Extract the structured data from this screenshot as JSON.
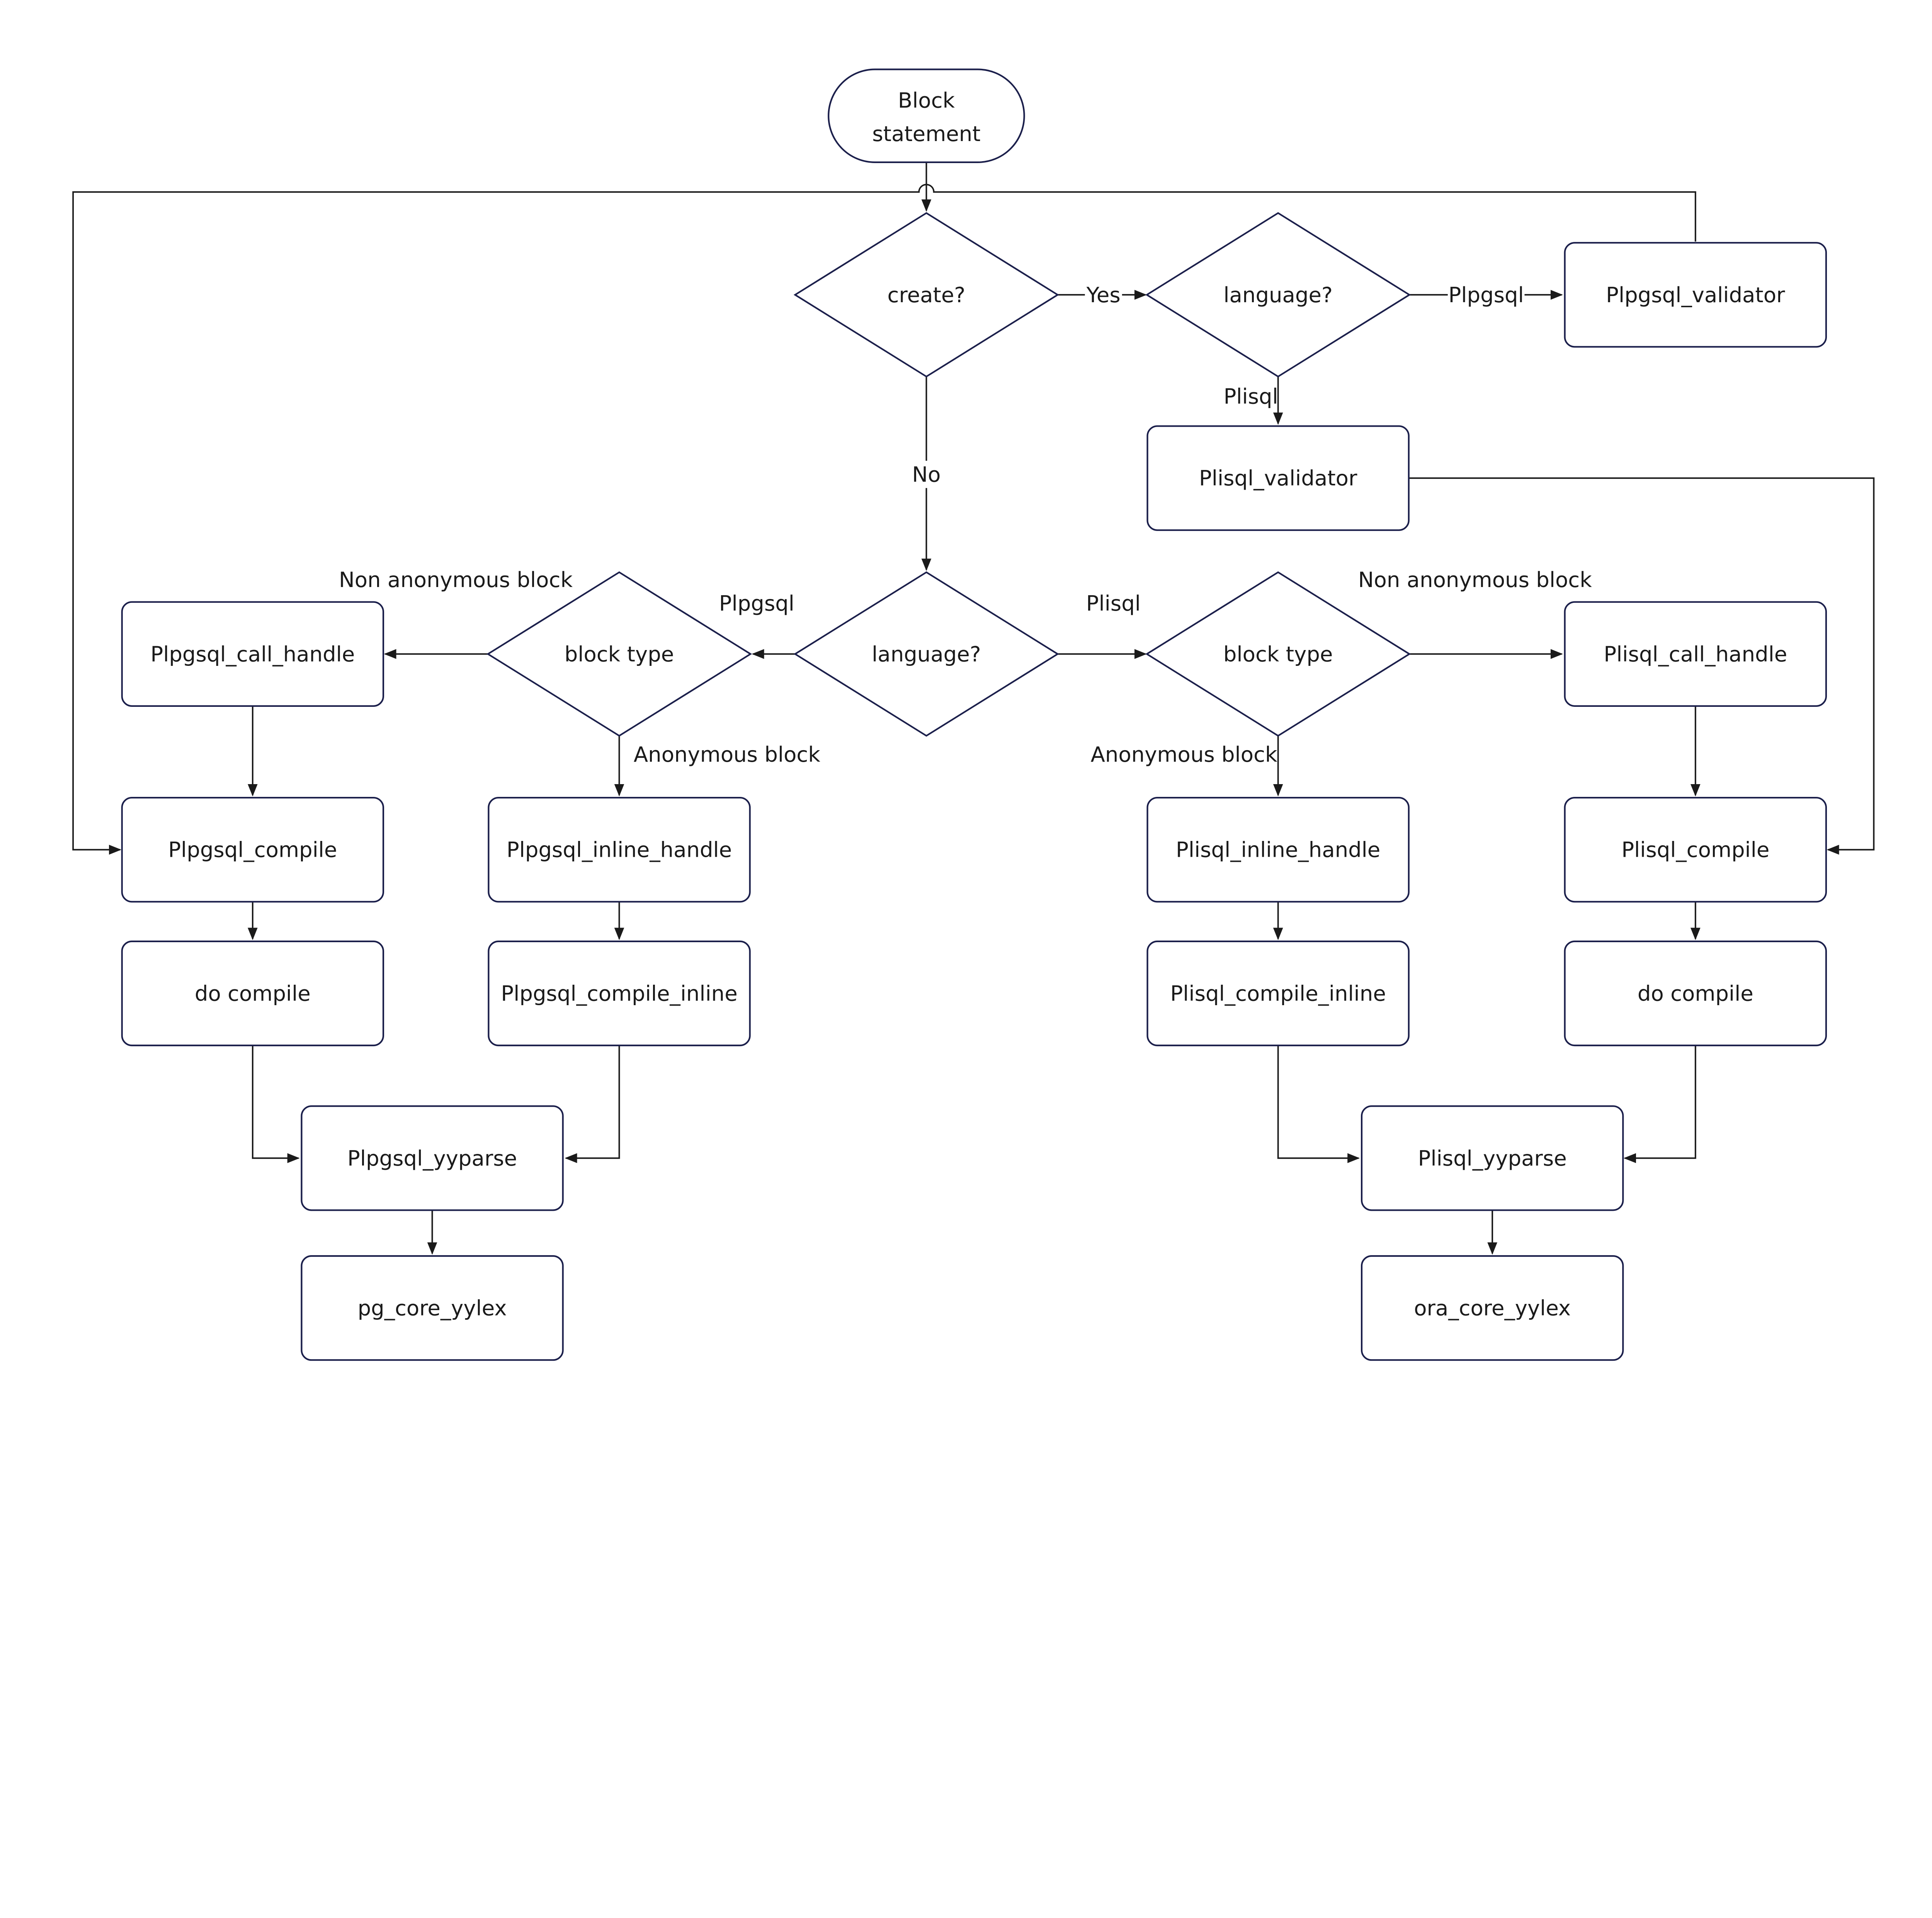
{
  "nodes": {
    "start": [
      "Block",
      "statement"
    ],
    "create": "create?",
    "language_top": "language?",
    "plpgsql_validator": "Plpgsql_validator",
    "plisql_validator": "Plisql_validator",
    "language_mid": "language?",
    "block_type_left": "block type",
    "block_type_right": "block type",
    "plpgsql_call_handle": "Plpgsql_call_handle",
    "plpgsql_compile": "Plpgsql_compile",
    "do_compile_left": "do compile",
    "plpgsql_inline_handle": "Plpgsql_inline_handle",
    "plpgsql_compile_inline": "Plpgsql_compile_inline",
    "plpgsql_yyparse": "Plpgsql_yyparse",
    "pg_core_yylex": "pg_core_yylex",
    "plisql_inline_handle": "Plisql_inline_handle",
    "plisql_compile_inline": "Plisql_compile_inline",
    "plisql_call_handle": "Plisql_call_handle",
    "plisql_compile": "Plisql_compile",
    "do_compile_right": "do compile",
    "plisql_yyparse": "Plisql_yyparse",
    "ora_core_yylex": "ora_core_yylex"
  },
  "edge_labels": {
    "yes": "Yes",
    "no": "No",
    "top_plpgsql": "Plpgsql",
    "top_plisql": "Plisql",
    "mid_plpgsql": "Plpgsql",
    "mid_plisql": "Plisql",
    "left_non_anonymous": "Non anonymous block",
    "left_anonymous": "Anonymous block",
    "right_non_anonymous": "Non anonymous block",
    "right_anonymous": "Anonymous block"
  },
  "colors": {
    "node_stroke": "#1b1f4b",
    "edge": "#1a1a1a"
  }
}
